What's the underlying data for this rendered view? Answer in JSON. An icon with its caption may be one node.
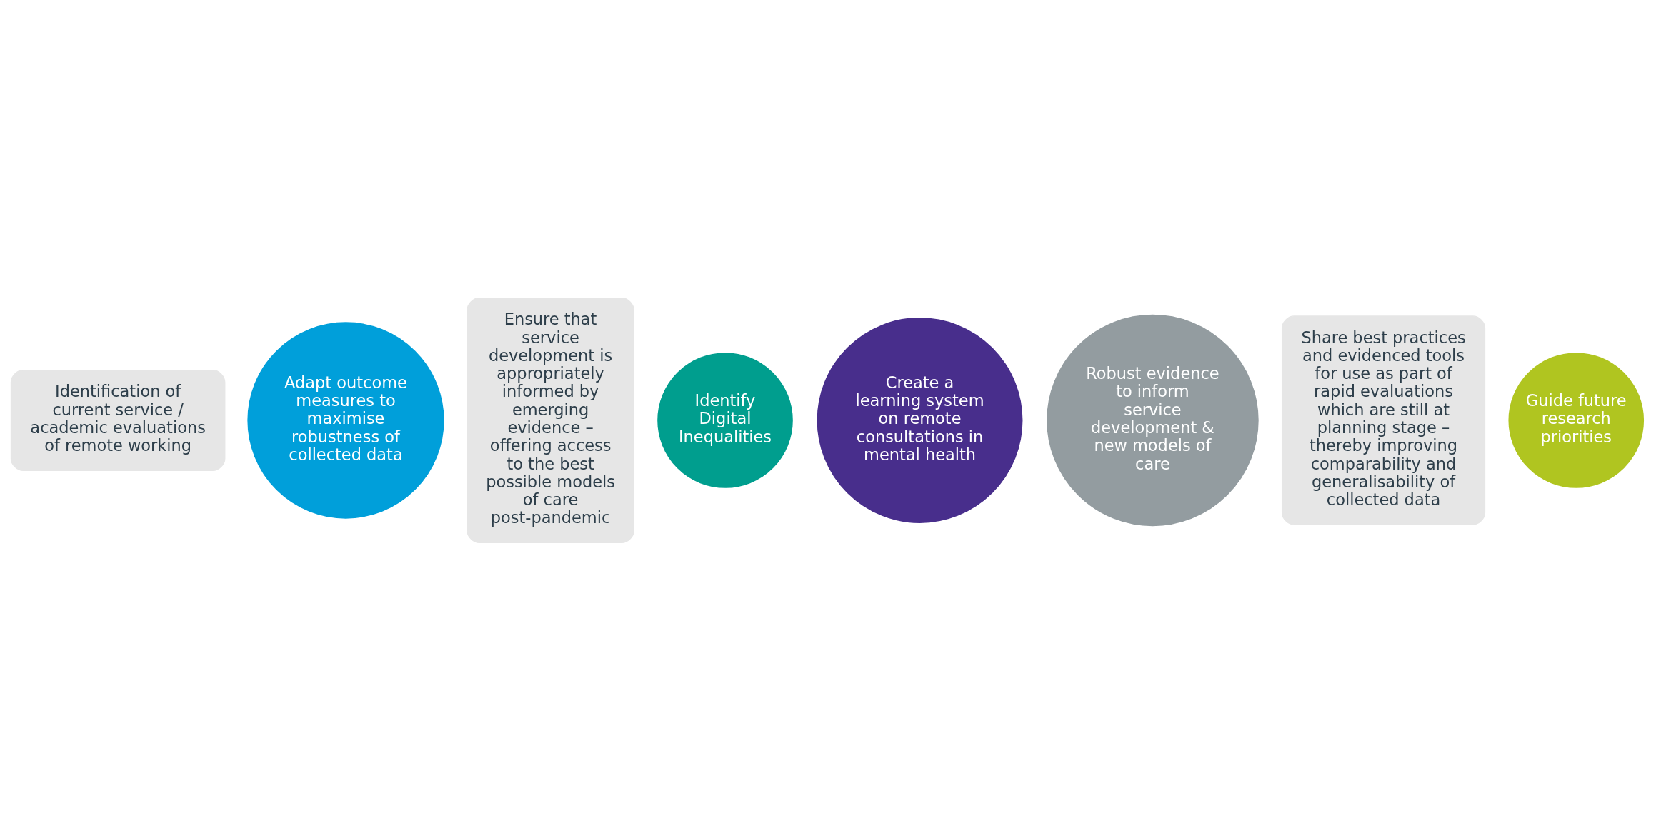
{
  "diagram": {
    "nodes": [
      {
        "text": [
          "Identification of current service / academic evaluations of remote working"
        ]
      },
      {
        "text": [
          "Adapt outcome measures to maximise robustness of collected data"
        ]
      },
      {
        "text": [
          "Ensure that service development is appropriately informed by emerging evidence – offering access to the best possible models of care post-pandemic"
        ]
      },
      {
        "text": [
          "Identify Digital Inequalities"
        ]
      },
      {
        "text": [
          "Create a learning system on remote consultations in mental health"
        ]
      },
      {
        "text": [
          "Robust evidence to inform service development & new models of care"
        ]
      },
      {
        "text": [
          "Share best practices and evidenced tools for use as part of rapid evaluations which are still at planning stage – thereby improving comparability and generalisability of collected data"
        ]
      },
      {
        "text": [
          "Guide future research priorities"
        ]
      }
    ],
    "edges": []
  }
}
